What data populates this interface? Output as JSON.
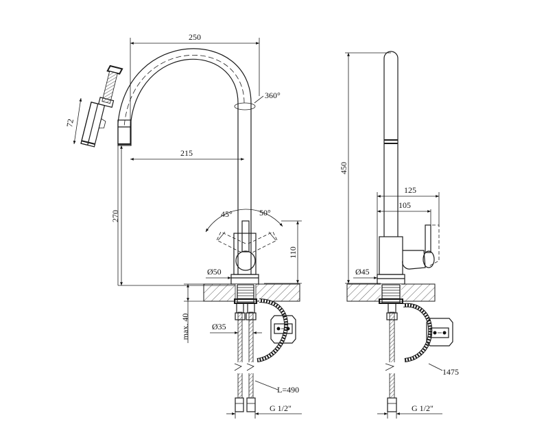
{
  "labels": {
    "width_top": "250",
    "reach": "215",
    "height_spout": "270",
    "handle_height": "110",
    "angle_left": "45°",
    "angle_right": "50°",
    "rotation": "360°",
    "base_dia": "Ø50",
    "hose_dia": "Ø35",
    "max_thickness": "max. 40",
    "hose_length": "L=490",
    "thread_front": "G 1/2\"",
    "spray_height": "72",
    "total_height": "450",
    "side_depth_outer": "125",
    "side_depth_inner": "105",
    "side_base_dia": "Ø45",
    "pull_hose": "1475",
    "thread_side": "G 1/2\""
  }
}
